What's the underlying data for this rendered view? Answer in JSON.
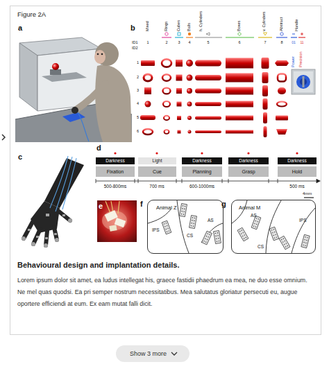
{
  "diagram": {
    "title": "Figure 2A",
    "caption": "Behavioural design and implantation details.",
    "nodes": [
      {
        "text": [
          "Darkness"
        ]
      },
      {
        "text": [
          "Light"
        ]
      },
      {
        "text": [
          "Darkness"
        ]
      },
      {
        "text": [
          "Darkness"
        ]
      },
      {
        "text": [
          "Darkness"
        ]
      },
      {
        "text": [
          "Fixation"
        ]
      },
      {
        "text": [
          "Cue"
        ]
      },
      {
        "text": [
          "Planning"
        ]
      },
      {
        "text": [
          "Grasp"
        ]
      },
      {
        "text": [
          "Hold"
        ]
      },
      {
        "text": [
          "Animal Z",
          "IPS",
          "AS",
          "CS"
        ]
      },
      {
        "text": [
          "Animal M",
          "AS",
          "IPS",
          "CS"
        ]
      },
      {
        "text": [
          "Show 3 more"
        ]
      }
    ],
    "labels": [
      "a",
      "b",
      "ID1",
      "ID2",
      "Mixed",
      "Rings",
      "Cubes",
      "Balls",
      "h. Cylinders",
      "Boxes",
      "v. Cylinders",
      "Abstract",
      "Handle",
      "1",
      "2",
      "3",
      "4",
      "5",
      "6",
      "7",
      "8",
      "01",
      "11",
      "Power",
      "Precision",
      "1",
      "2",
      "3",
      "4",
      "5",
      "6",
      "c",
      "d",
      "500-800ms",
      "700 ms",
      "600-1000ms",
      "500 ms",
      "e",
      "f",
      "g",
      "4mm",
      "Lorem ipsum dolor sit amet, ea ludus intellegat his, graece fastidii phaedrum ea mea, ne duo esse omnium. Ne mel quas quodsi. Ea pri semper nostrum necessitatibus. Mea salutatus gloriatur persecuti eu, augue oportere efficiendi at eum. Ex eam mutat falli dicit."
    ]
  }
}
